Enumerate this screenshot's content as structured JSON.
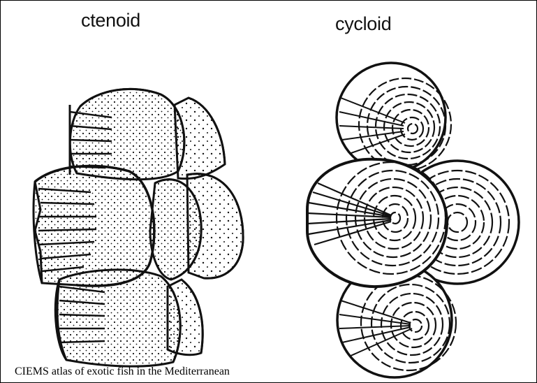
{
  "labels": {
    "ctenoid": "ctenoid",
    "cycloid": "cycloid"
  },
  "caption": "CIEMS atlas of exotic fish in the Mediterranean",
  "colors": {
    "ink": "#111111",
    "background": "#ffffff"
  }
}
